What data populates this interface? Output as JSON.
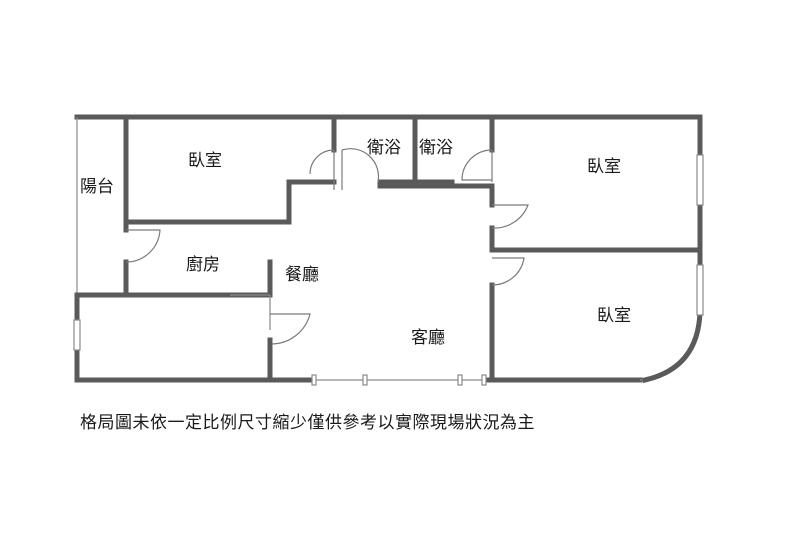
{
  "rooms": {
    "balcony": "陽台",
    "bedroom_nw": "臥室",
    "bath_1": "衛浴",
    "bath_2": "衛浴",
    "bedroom_ne": "臥室",
    "kitchen": "廚房",
    "dining": "餐廳",
    "living": "客廳",
    "bedroom_se": "臥室"
  },
  "disclaimer": "格局圖未依一定比例尺寸縮少僅供參考以實際現場狀況為主",
  "colors": {
    "wall": "#5a5a5a",
    "text": "#1a1a1a"
  }
}
